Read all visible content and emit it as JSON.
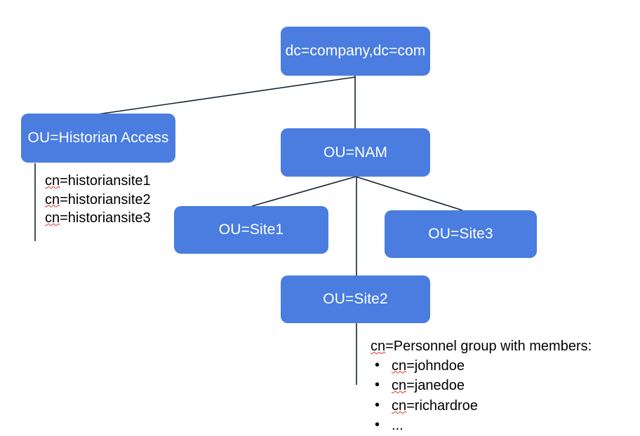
{
  "diagram": {
    "type": "tree",
    "title": "LDAP directory tree",
    "node_color": "#4a7ddf",
    "node_text_color": "#ffffff",
    "edge_color": "#1c2b3a",
    "background": "#ffffff",
    "nodes": [
      {
        "id": "root",
        "label": "dc=company,dc=com"
      },
      {
        "id": "historian",
        "label": "OU=Historian Access"
      },
      {
        "id": "nam",
        "label": "OU=NAM"
      },
      {
        "id": "site1",
        "label": "OU=Site1"
      },
      {
        "id": "site2",
        "label": "OU=Site2"
      },
      {
        "id": "site3",
        "label": "OU=Site3"
      }
    ],
    "edges": [
      {
        "from": "root",
        "to": "historian"
      },
      {
        "from": "root",
        "to": "nam"
      },
      {
        "from": "nam",
        "to": "site1"
      },
      {
        "from": "nam",
        "to": "site2"
      },
      {
        "from": "nam",
        "to": "site3"
      }
    ]
  },
  "historian_annotation": {
    "lines": [
      {
        "token": "cn",
        "rest": "=historiansite1"
      },
      {
        "token": "cn",
        "rest": "=historiansite2"
      },
      {
        "token": "cn",
        "rest": "=historiansite3"
      }
    ]
  },
  "site2_annotation": {
    "heading": {
      "token": "cn",
      "rest": "=Personnel group with members:"
    },
    "members": [
      {
        "token": "cn",
        "rest": "=johndoe"
      },
      {
        "token": "cn",
        "rest": "=janedoe"
      },
      {
        "token": "cn",
        "rest": "=richardroe"
      },
      {
        "token": "",
        "rest": "..."
      }
    ]
  }
}
